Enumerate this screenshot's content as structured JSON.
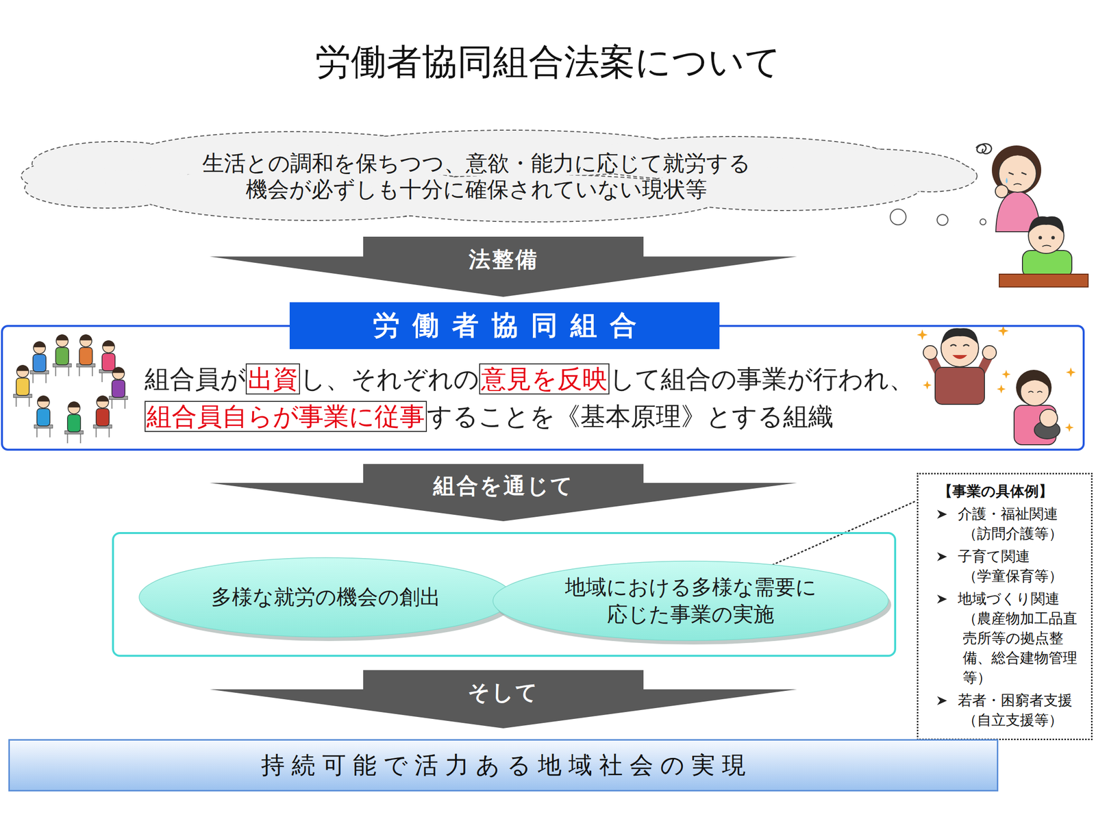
{
  "diagram": {
    "title": "労働者協同組合法案について",
    "nodes": [
      {
        "text": [
          "生活との調和を保ちつつ、意欲・能力に応じて就労する 機会が必ずしも十分に確保されていない現状等"
        ]
      },
      {
        "text": [
          "労働者協同組合",
          "組合員が",
          "出資",
          "し、それぞれの",
          "意見を反映",
          "して組合の事業が行われ、",
          "組合員自らが事業に従事",
          "することを《基本原理》とする組織"
        ]
      },
      {
        "text": []
      },
      {
        "text": [
          "多様な就労の機会の創出"
        ],
        "in": 2
      },
      {
        "text": [
          "地域における多様な需要に 応じた事業の実施"
        ],
        "in": 2
      },
      {
        "text": [
          "【事業の具体例】",
          "介護・福祉関連",
          "（訪問介護等）",
          "子育て関連",
          "（学童保育等）",
          "地域づくり関連",
          "（農産物加工品直売所等の拠点整備、総合建物管理等）",
          "若者・困窮者支援",
          "（自立支援等）"
        ]
      },
      {
        "text": [
          "持続可能で活力ある地域社会の実現"
        ]
      }
    ],
    "edges": [
      {
        "from": 0,
        "to": 1,
        "label": "法整備",
        "arrow": "to"
      },
      {
        "from": 1,
        "to": 2,
        "label": "組合を通じて",
        "arrow": "to"
      },
      {
        "from": 2,
        "to": 6,
        "label": "そして",
        "arrow": "to"
      },
      {
        "from": 4,
        "to": 5,
        "arrow": "none"
      }
    ]
  }
}
